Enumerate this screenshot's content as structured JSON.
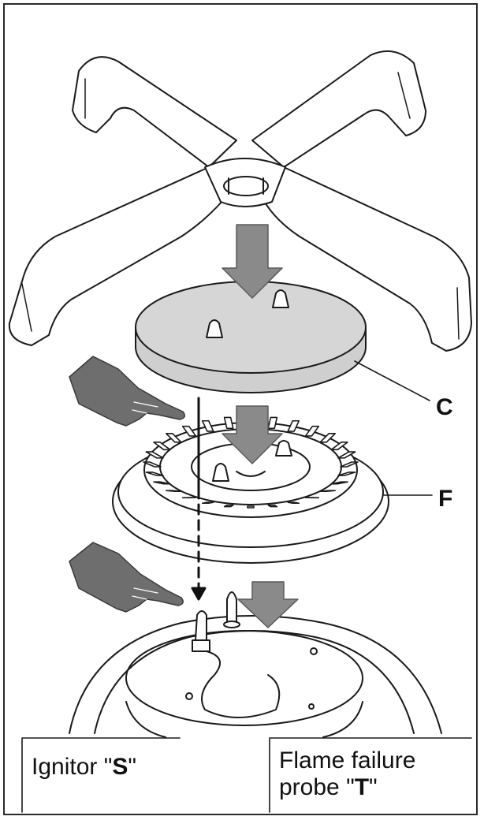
{
  "labels": {
    "cap": "C",
    "spreader": "F"
  },
  "captions": {
    "ignitor_prefix": "Ignitor \"",
    "ignitor_code": "S",
    "ignitor_suffix": "\"",
    "probe_line1": "Flame failure",
    "probe_prefix": "probe \"",
    "probe_code": "T",
    "probe_suffix": "\""
  },
  "colors": {
    "line": "#1a1a1a",
    "cap_fill": "#d4d4d4",
    "arrow_fill": "#8a8a8a",
    "hand_fill": "#6e6e6e"
  },
  "icons": [
    "pointing-hand-icon",
    "down-arrow-icon"
  ]
}
